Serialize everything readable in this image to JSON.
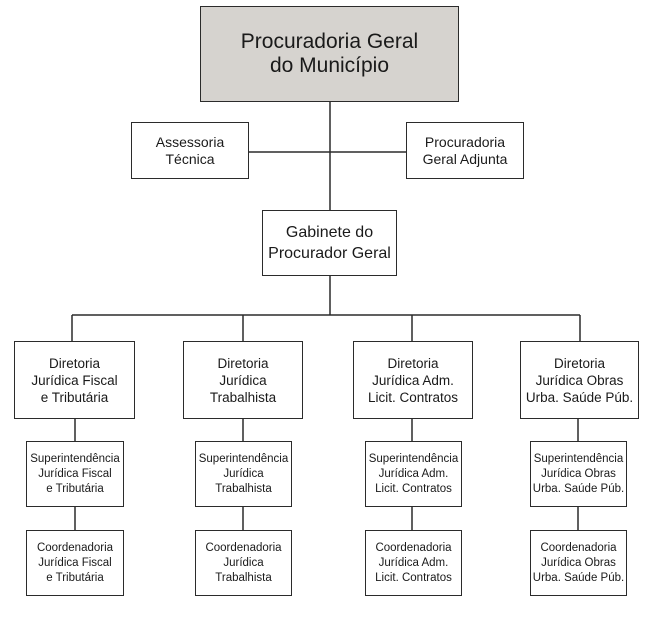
{
  "org": {
    "root": "Procuradoria Geral\ndo Município",
    "assessoria": "Assessoria\nTécnica",
    "adjunta": "Procuradoria\nGeral Adjunta",
    "gabinete": "Gabinete do\nProcurador Geral",
    "branches": [
      {
        "diretoria": "Diretoria\nJurídica Fiscal\ne Tributária",
        "superintendencia": "Superintendência\nJurídica Fiscal\ne Tributária",
        "coordenadoria": "Coordenadoria\nJurídica Fiscal\ne Tributária"
      },
      {
        "diretoria": "Diretoria\nJurídica\nTrabalhista",
        "superintendencia": "Superintendência\nJurídica\nTrabalhista",
        "coordenadoria": "Coordenadoria\nJurídica\nTrabalhista"
      },
      {
        "diretoria": "Diretoria\nJurídica Adm.\nLicit. Contratos",
        "superintendencia": "Superintendência\nJurídica Adm.\nLicit. Contratos",
        "coordenadoria": "Coordenadoria\nJurídica Adm.\nLicit. Contratos"
      },
      {
        "diretoria": "Diretoria\nJurídica Obras\nUrba. Saúde Púb.",
        "superintendencia": "Superintendência\nJurídica Obras\nUrba. Saúde Púb.",
        "coordenadoria": "Coordenadoria\nJurídica Obras\nUrba. Saúde Púb."
      }
    ]
  }
}
